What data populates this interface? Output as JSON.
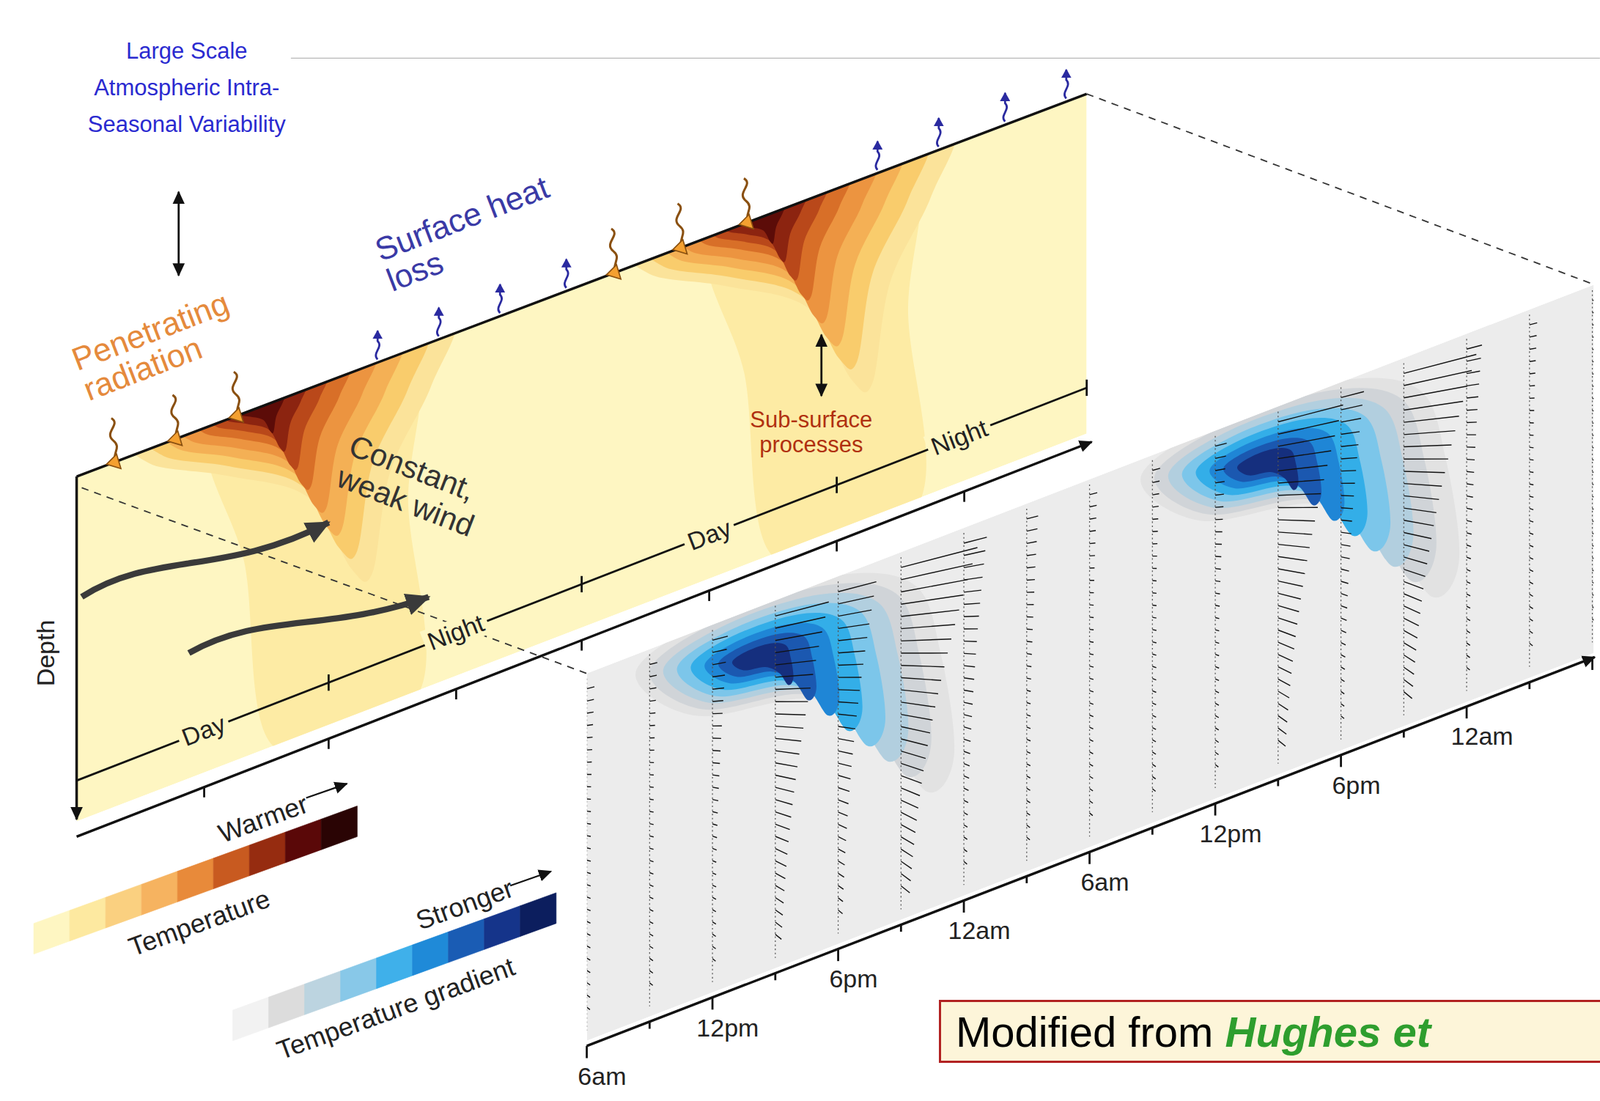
{
  "diagram": {
    "nodes": [
      {
        "text": [
          "Modified from",
          "Hughes et"
        ]
      }
    ],
    "labels": [
      "Large Scale Atmospheric Intra-Seasonal Variability",
      "Surface heat loss",
      "Penetrating radiation",
      "Constant, weak wind",
      "Sub-surface processes",
      "Day",
      "Night",
      "Day",
      "Night",
      "Depth",
      "Warmer",
      "Stronger",
      "6am",
      "12pm",
      "6pm",
      "12am",
      "6am",
      "12pm",
      "6pm",
      "12am"
    ],
    "legend": [
      {
        "text": "Temperature"
      },
      {
        "text": "Temperature gradient"
      }
    ]
  }
}
